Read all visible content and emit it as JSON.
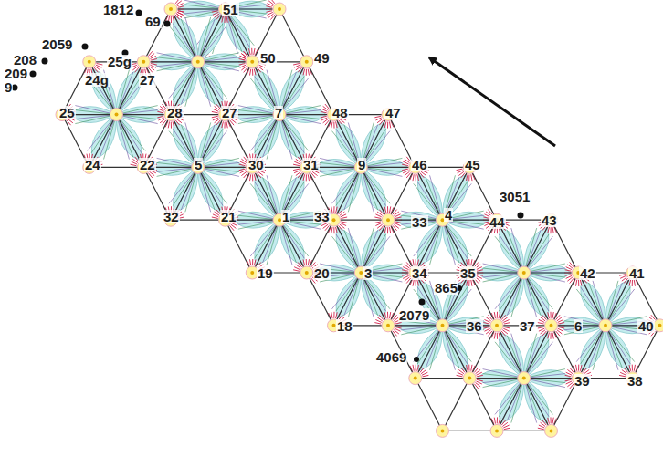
{
  "diagram": {
    "labels": [
      "1812",
      "69",
      "51",
      "2059",
      "208",
      "209",
      "9",
      "25g",
      "24g",
      "27",
      "50",
      "49",
      "25",
      "28",
      "27",
      "7",
      "48",
      "47",
      "24",
      "22",
      "5",
      "30",
      "31",
      "9",
      "46",
      "45",
      "3051",
      "32",
      "21",
      "1",
      "33",
      "33",
      "4",
      "44",
      "43",
      "19",
      "20",
      "3",
      "34",
      "35",
      "865",
      "42",
      "41",
      "2079",
      "4069",
      "18",
      "36",
      "37",
      "6",
      "40",
      "39",
      "38"
    ]
  }
}
